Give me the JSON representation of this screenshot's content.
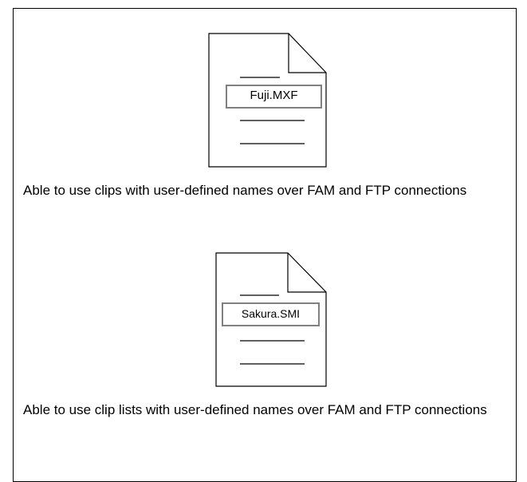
{
  "items": [
    {
      "filename": "Fuji.MXF",
      "caption": "Able to use clips with user-defined names over FAM and FTP connections"
    },
    {
      "filename": "Sakura.SMI",
      "caption": "Able to use clip lists with user-defined names over FAM and FTP connections"
    }
  ]
}
